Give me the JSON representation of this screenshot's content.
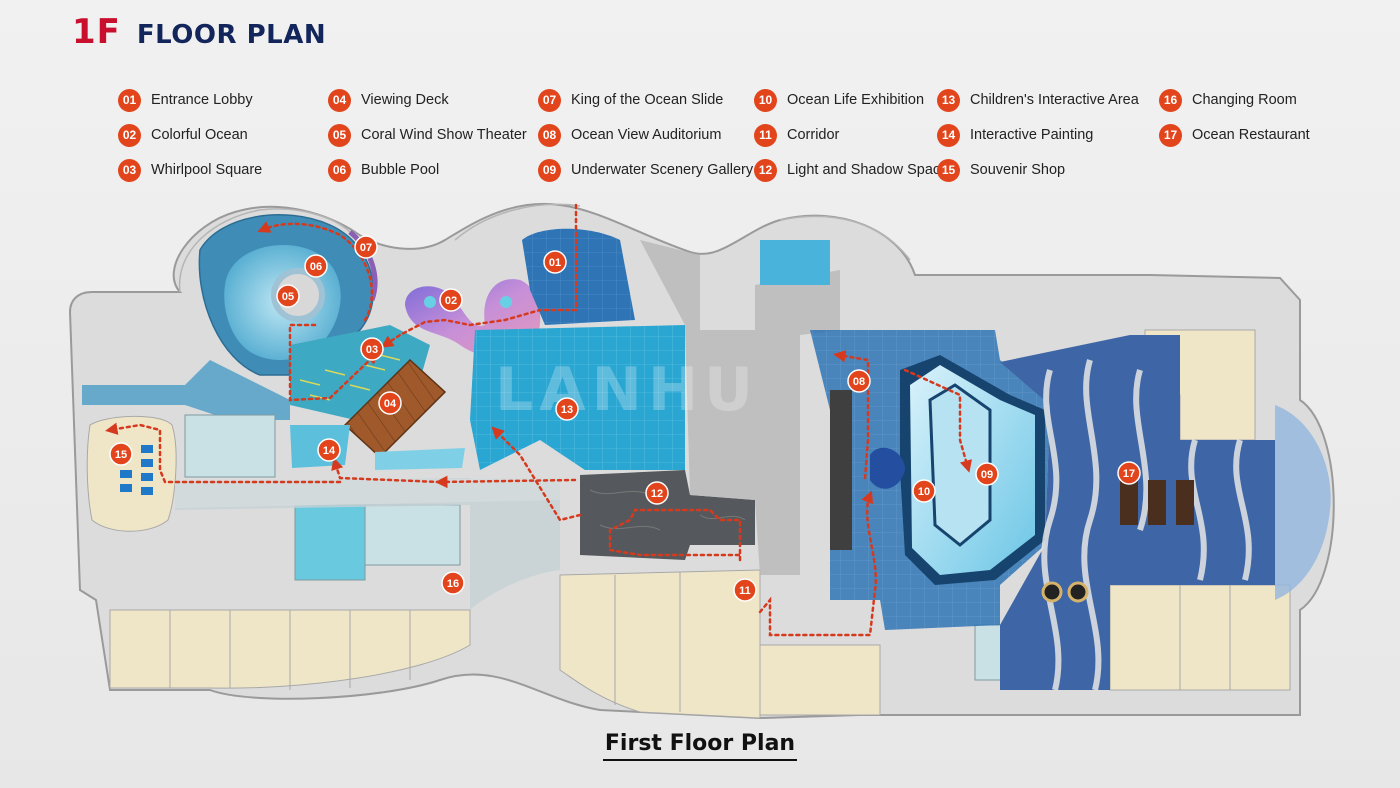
{
  "header": {
    "floor_code": "1F",
    "title": "FLOOR PLAN"
  },
  "legend": [
    {
      "num": "01",
      "label": "Entrance Lobby"
    },
    {
      "num": "02",
      "label": "Colorful Ocean"
    },
    {
      "num": "03",
      "label": "Whirlpool Square"
    },
    {
      "num": "04",
      "label": "Viewing Deck"
    },
    {
      "num": "05",
      "label": "Coral Wind Show Theater"
    },
    {
      "num": "06",
      "label": "Bubble Pool"
    },
    {
      "num": "07",
      "label": "King of the Ocean Slide"
    },
    {
      "num": "08",
      "label": "Ocean View Auditorium"
    },
    {
      "num": "09",
      "label": "Underwater Scenery Gallery"
    },
    {
      "num": "10",
      "label": "Ocean Life Exhibition"
    },
    {
      "num": "11",
      "label": "Corridor"
    },
    {
      "num": "12",
      "label": "Light and Shadow Space"
    },
    {
      "num": "13",
      "label": "Children's Interactive Area"
    },
    {
      "num": "14",
      "label": "Interactive Painting"
    },
    {
      "num": "15",
      "label": "Souvenir Shop"
    },
    {
      "num": "16",
      "label": "Changing Room"
    },
    {
      "num": "17",
      "label": "Ocean Restaurant"
    }
  ],
  "map_markers": [
    "01",
    "02",
    "03",
    "04",
    "05",
    "06",
    "07",
    "08",
    "09",
    "10",
    "11",
    "12",
    "13",
    "14",
    "15",
    "16",
    "17"
  ],
  "watermark": "LANHU",
  "caption": "First Floor Plan",
  "colors": {
    "badge": "#e2451b",
    "route": "#d63a1e",
    "floor_code": "#c8102e",
    "title": "#13265c",
    "water": "#3fb6dc",
    "deck": "#a0592b"
  }
}
